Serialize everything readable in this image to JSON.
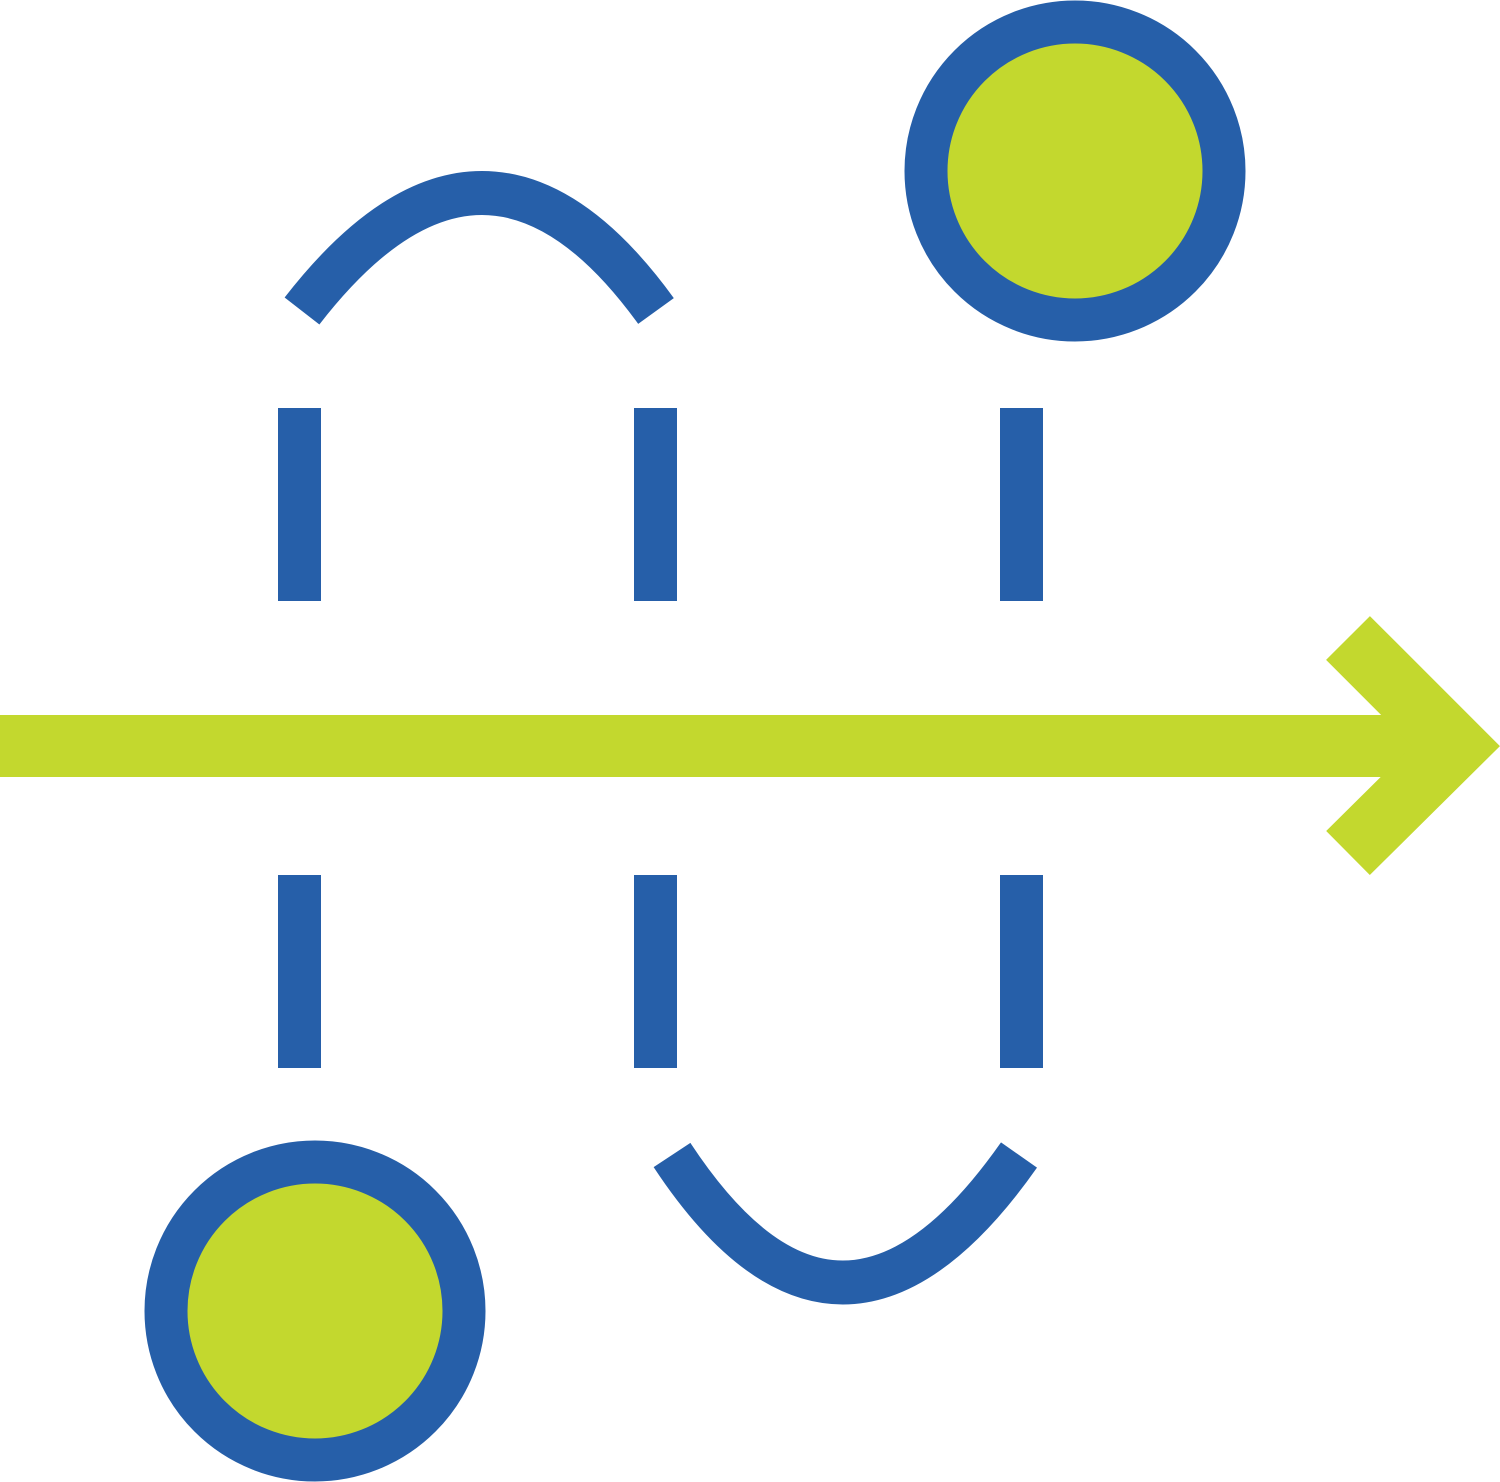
{
  "icon": {
    "name": "process-path-icon",
    "colors": {
      "blue": "#265FA9",
      "green": "#C3D82E",
      "background": "#FFFFFF"
    },
    "parts": [
      "timeline-arrow",
      "start-node",
      "end-node",
      "connector-dashes",
      "wave-segments"
    ]
  }
}
